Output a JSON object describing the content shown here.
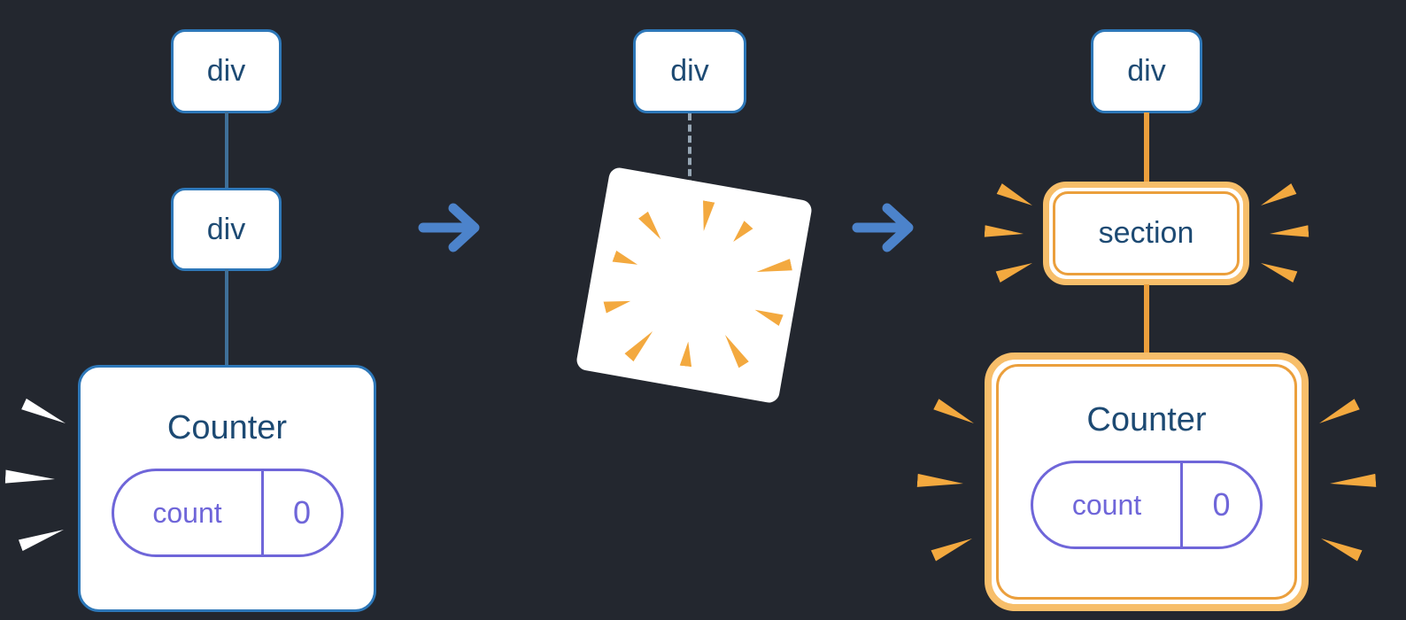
{
  "colors": {
    "background": "#23272f",
    "node_fill": "#ffffff",
    "node_border_blue": "#2d77b8",
    "node_text": "#1d4a73",
    "connector_blue": "#3f7099",
    "connector_dashed": "#96a6b4",
    "arrow_blue": "#4c83cb",
    "highlight_ring": "#f7be6a",
    "highlight_border": "#eb9f3c",
    "burst_orange": "#f3a93f",
    "burst_white": "#ffffff",
    "state_purple": "#6f66d9"
  },
  "stage_before": {
    "root_label": "div",
    "child_label": "div",
    "component_label": "Counter",
    "state_key": "count",
    "state_value": "0"
  },
  "stage_during": {
    "root_label": "div"
  },
  "stage_after": {
    "root_label": "div",
    "child_label": "section",
    "component_label": "Counter",
    "state_key": "count",
    "state_value": "0"
  },
  "arrows": {
    "glyph": "→"
  }
}
